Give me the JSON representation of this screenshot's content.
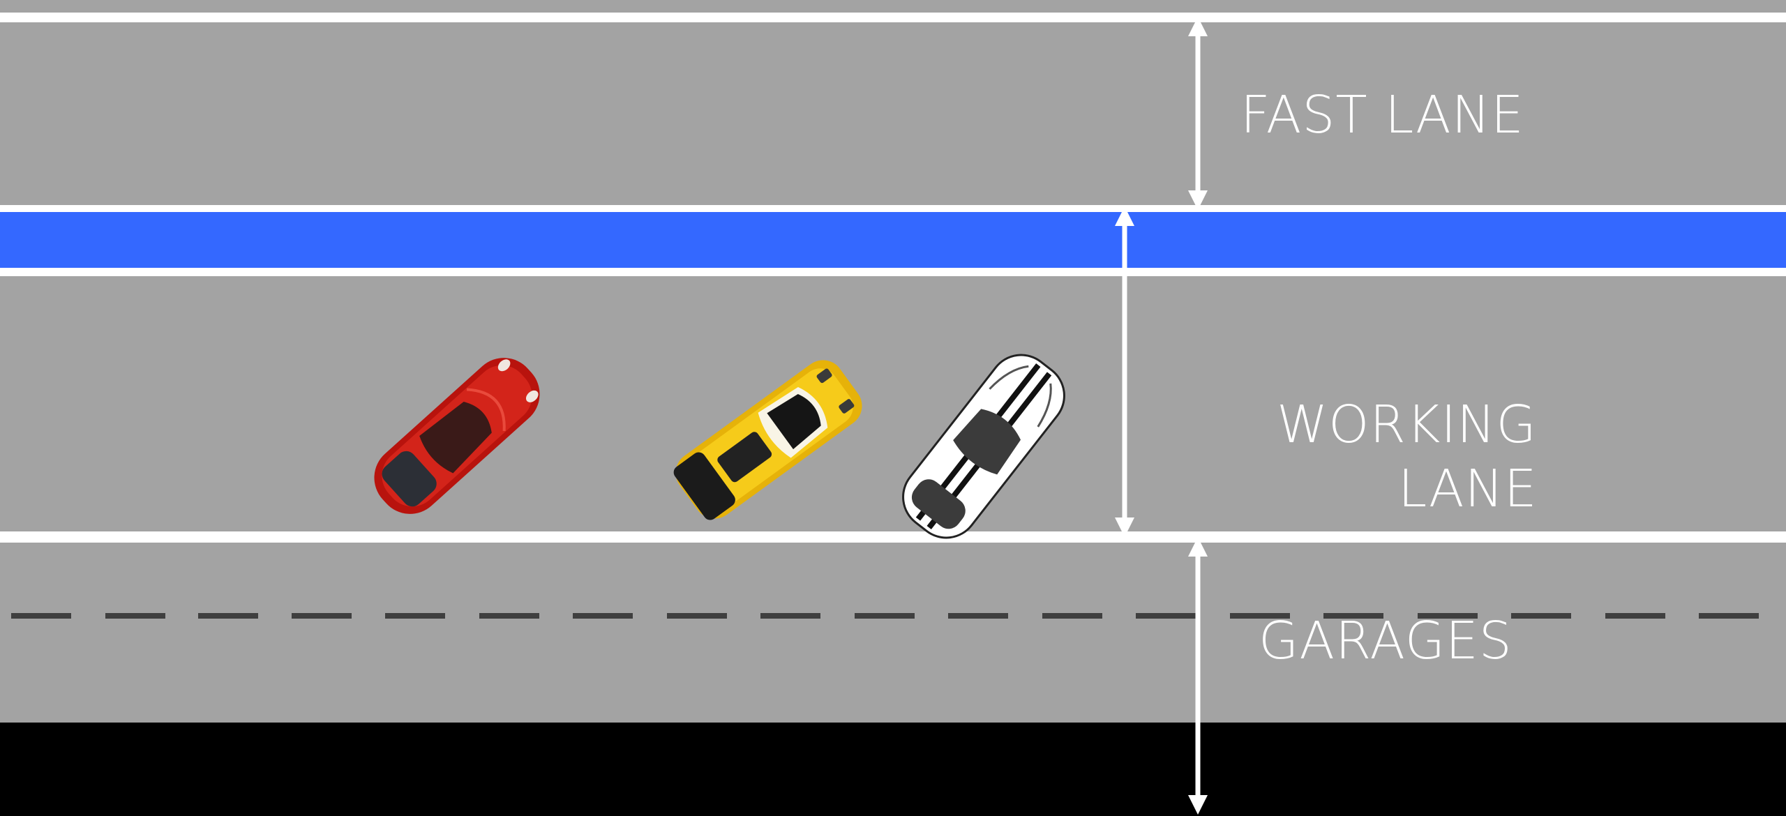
{
  "labels": {
    "fast_lane": "FAST LANE",
    "working_lane_1": "WORKING",
    "working_lane_2": "LANE",
    "garages": "GARAGES"
  },
  "colors": {
    "road": "#a3a3a3",
    "line": "#ffffff",
    "blue_band": "#3468ff",
    "wall": "#000000",
    "dash": "#3f3f3f"
  },
  "cars": [
    {
      "name": "red-car",
      "color": "#c0160f"
    },
    {
      "name": "yellow-car",
      "color": "#f4c20d"
    },
    {
      "name": "white-car",
      "color": "#ffffff"
    }
  ]
}
